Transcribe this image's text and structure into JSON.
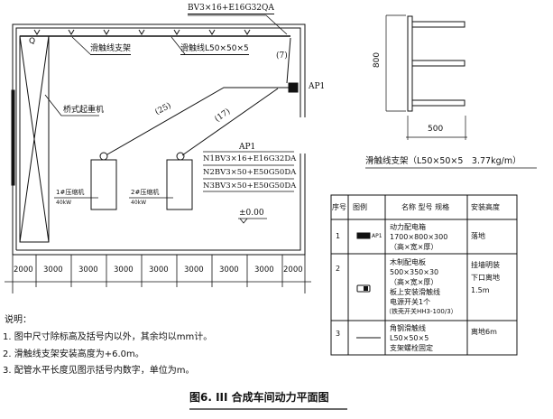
{
  "plan": {
    "feeder_label": "BV3×16+E16G32QA",
    "bracket_label": "滑触线支架",
    "trolley_label": "滑触线L50×50×5",
    "run_7": "(7)",
    "ap1_tag": "AP1",
    "crane_q": "Q",
    "crane_label": "桥式起重机",
    "run_25": "(25)",
    "run_17": "(17)",
    "ap1_title": "AP1",
    "circuits": [
      "N1BV3×16+E16G32DA",
      "N2BV3×50+E50G50DA",
      "N3BV3×50+E50G50DA"
    ],
    "comp1_name": "1#压缩机",
    "comp1_power": "40kW",
    "comp2_name": "2#压缩机",
    "comp2_power": "40kW",
    "elevation": "±0.00",
    "dimensions": [
      "2000",
      "3000",
      "3000",
      "3000",
      "3000",
      "3000",
      "3000",
      "3000",
      "2000"
    ]
  },
  "bracket_detail": {
    "height": "800",
    "width": "500",
    "caption": "滑触线支架（L50×50×5　3.77kg/m）"
  },
  "legend_table": {
    "headers": [
      "序号",
      "图例",
      "名称 型号 规格",
      "安装高度"
    ],
    "rows": [
      {
        "no": "1",
        "symbol_text": "AP1",
        "desc": [
          "动力配电箱",
          "1700×800×300",
          "（高×宽×厚）"
        ],
        "height": [
          "落地"
        ]
      },
      {
        "no": "2",
        "symbol_text": "",
        "desc": [
          "木制配电板",
          "500×350×30",
          "（高×宽×厚）",
          "板上安装滑触线",
          "电源开关1个",
          "（铁壳开关HH3-100/3）"
        ],
        "height": [
          "挂墙明装",
          "下口离地",
          "1.5m"
        ]
      },
      {
        "no": "3",
        "symbol_text": "",
        "desc": [
          "角钢滑触线",
          "L50×50×5",
          "支架螺栓固定"
        ],
        "height": [
          "离地6m"
        ]
      }
    ]
  },
  "notes": {
    "title": "说明：",
    "items": [
      "1. 图中尺寸除标高及括号内以外，其余均以mm计。",
      "2. 滑触线支架安装高度为+6.0m。",
      "3. 配管水平长度见图示括号内数字，单位为m。"
    ]
  },
  "figure_title": "图6. III  合成车间动力平面图"
}
